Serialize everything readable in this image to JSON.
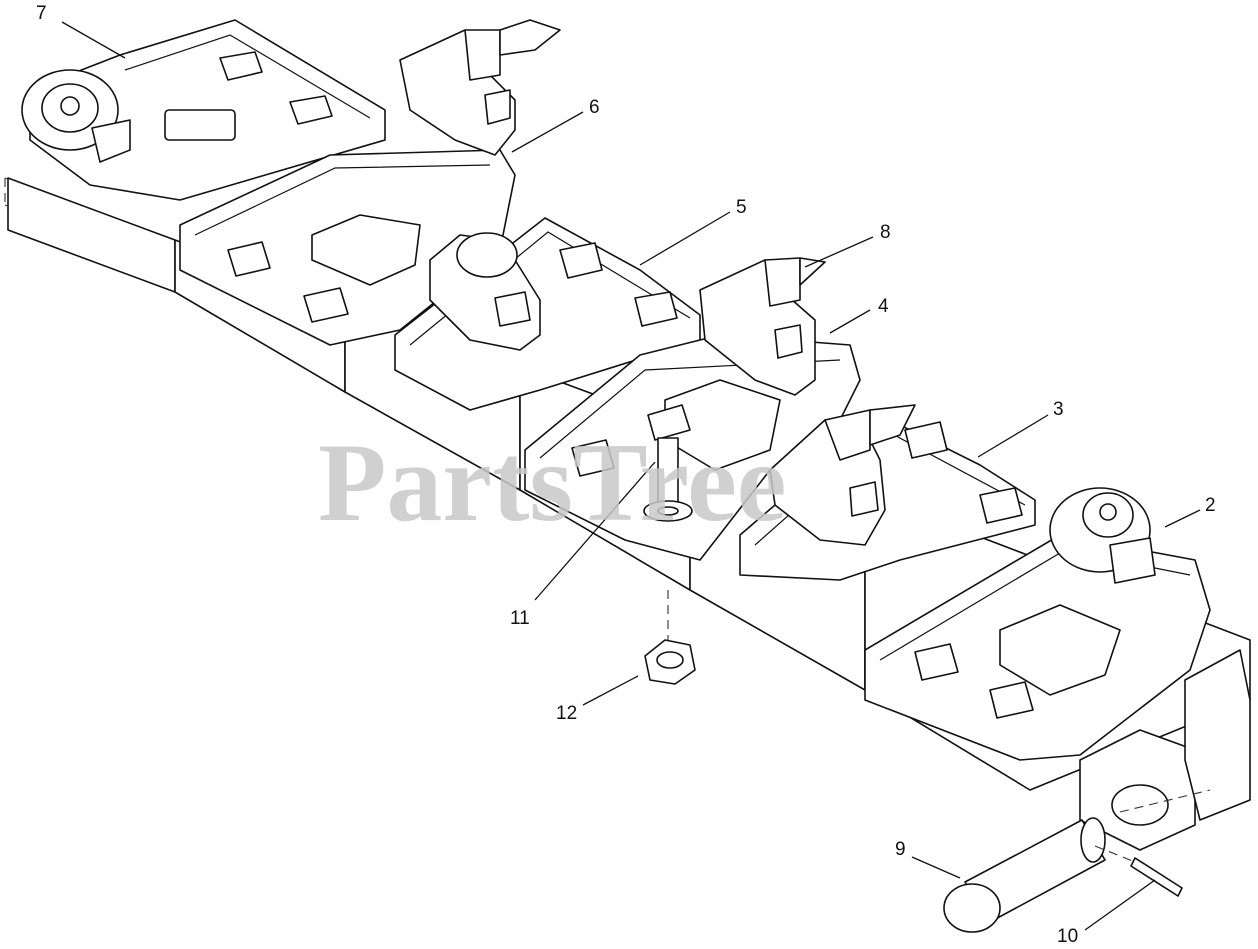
{
  "watermark": {
    "text": "PartsTree",
    "color": "#c8c8c8"
  },
  "callouts": [
    {
      "id": "7",
      "label": "7"
    },
    {
      "id": "6",
      "label": "6"
    },
    {
      "id": "5",
      "label": "5"
    },
    {
      "id": "8",
      "label": "8"
    },
    {
      "id": "4",
      "label": "4"
    },
    {
      "id": "3",
      "label": "3"
    },
    {
      "id": "2",
      "label": "2"
    },
    {
      "id": "11",
      "label": "11"
    },
    {
      "id": "12",
      "label": "12"
    },
    {
      "id": "9",
      "label": "9"
    },
    {
      "id": "10",
      "label": "10"
    }
  ]
}
